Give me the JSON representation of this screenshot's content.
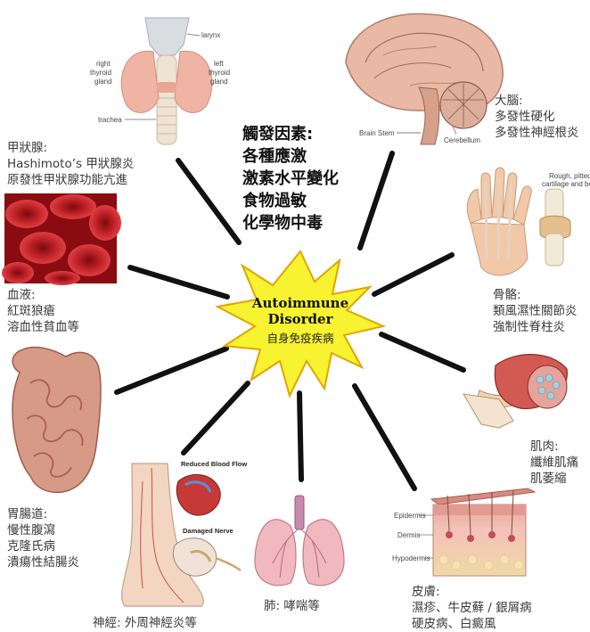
{
  "center": {
    "title_line1": "Autoimmune",
    "title_line2": "Disorder",
    "subtitle": "自身免疫疾病"
  },
  "triggers": [
    "觸發因素:",
    "各種應激",
    "激素水平變化",
    "食物過敏",
    "化學物中毒"
  ],
  "thyroid": {
    "lines": [
      "甲狀腺:",
      "Hashimoto’s 甲狀腺炎",
      "原發性甲狀腺功能亢進"
    ],
    "labels": {
      "larynx": "larynx",
      "right": "right",
      "thyroid_r": "thyroid",
      "gland_r": "gland",
      "left": "left",
      "thyroid_l": "thyroid",
      "gland_l": "gland",
      "trachea": "trachea"
    }
  },
  "brain": {
    "lines": [
      "大腦:",
      "多發性硬化",
      "多發性神經根炎"
    ],
    "labels": {
      "stem": "Brain Stem",
      "cerebellum": "Cerebellum"
    }
  },
  "blood": {
    "lines": [
      "血液:",
      "紅斑狼瘡",
      "溶血性貧血等"
    ]
  },
  "bone": {
    "lines": [
      "骨骼:",
      "類風濕性關節炎",
      "強制性脊柱炎"
    ],
    "labels": {
      "rough1": "Rough, pitted",
      "rough2": "cartilage and bone"
    }
  },
  "muscle": {
    "lines": [
      "肌肉:",
      "纖維肌痛",
      "肌萎縮"
    ]
  },
  "gut": {
    "lines": [
      "胃腸道:",
      "慢性腹瀉",
      "克隆氏病",
      "潰瘍性結腸炎"
    ]
  },
  "nerve": {
    "lines": [
      "神經: 外周神經炎等"
    ],
    "labels": {
      "reduced": "Reduced Blood Flow",
      "damaged": "Damaged Nerve"
    }
  },
  "lung": {
    "lines": [
      "肺: 哮喘等"
    ]
  },
  "skin": {
    "lines": [
      "皮膚:",
      "濕疹、牛皮蘚 / 銀屑病",
      "硬皮病、白癜風"
    ],
    "labels": {
      "epidermis": "Epidermis",
      "dermis": "Dermis",
      "hypodermis": "Hypodermis"
    }
  },
  "colors": {
    "star_fill": "#f7f330",
    "star_stroke": "#e2a400",
    "blood": "#b3151b",
    "gut": "#c98070",
    "spoke": "#111111"
  }
}
